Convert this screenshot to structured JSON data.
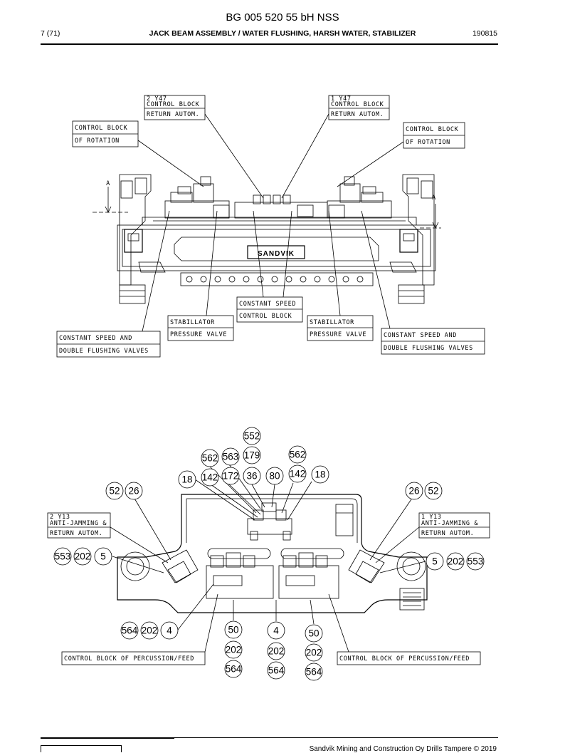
{
  "header": {
    "doc_title": "BG 005 520 55 bH NSS",
    "page": "7 (71)",
    "section": "JACK BEAM ASSEMBLY / WATER FLUSHING, HARSH WATER, STABILIZER",
    "date": "190815"
  },
  "top_diagram": {
    "labels": {
      "y47_2_line1": "2 Y47",
      "y47_2_line2": "CONTROL BLOCK",
      "y47_2_line3": "RETURN AUTOM.",
      "y47_1_line1": "1 Y47",
      "y47_1_line2": "CONTROL BLOCK",
      "y47_1_line3": "RETURN AUTOM.",
      "rot_left_line1": "CONTROL BLOCK",
      "rot_left_line2": "OF ROTATION",
      "rot_right_line1": "CONTROL BLOCK",
      "rot_right_line2": "OF ROTATION",
      "const_speed_line1": "CONSTANT SPEED",
      "const_speed_line2": "CONTROL BLOCK",
      "stab_left_line1": "STABILLATOR",
      "stab_left_line2": "PRESSURE VALVE",
      "stab_right_line1": "STABILLATOR",
      "stab_right_line2": "PRESSURE VALVE",
      "csd_left_line1": "CONSTANT SPEED AND",
      "csd_left_line2": "DOUBLE FLUSHING VALVES",
      "csd_right_line1": "CONSTANT SPEED AND",
      "csd_right_line2": "DOUBLE FLUSHING VALVES",
      "section_a_left": "A",
      "section_a_right": "A",
      "brand": "SANDVIK"
    }
  },
  "bottom_diagram": {
    "labels": {
      "y13_2_line1": "2 Y13",
      "y13_2_line2": "ANTI-JAMMING &",
      "y13_2_line3": "RETURN AUTOM.",
      "y13_1_line1": "1 Y13",
      "y13_1_line2": "ANTI-JAMMING &",
      "y13_1_line3": "RETURN AUTOM.",
      "perc_left": "CONTROL BLOCK OF PERCUSSION/FEED",
      "perc_right": "CONTROL BLOCK OF PERCUSSION/FEED"
    },
    "balloons": {
      "b552": "552",
      "b562a": "562",
      "b563": "563",
      "b179": "179",
      "b562b": "562",
      "b18a": "18",
      "b142a": "142",
      "b172": "172",
      "b36": "36",
      "b80": "80",
      "b142b": "142",
      "b18b": "18",
      "b52l": "52",
      "b26l": "26",
      "b26r": "26",
      "b52r": "52",
      "b553l": "553",
      "b202l": "202",
      "b5l": "5",
      "b5r": "5",
      "b202r": "202",
      "b553r": "553",
      "b564l": "564",
      "b202bl": "202",
      "b4l": "4",
      "b50a": "50",
      "b202c": "202",
      "b564c": "564",
      "b4c": "4",
      "b202d": "202",
      "b564d": "564",
      "b50b": "50",
      "b202e": "202",
      "b564e": "564"
    }
  },
  "footer": {
    "company": "Sandvik Mining and Construction Oy Drills Tampere © 2019"
  }
}
